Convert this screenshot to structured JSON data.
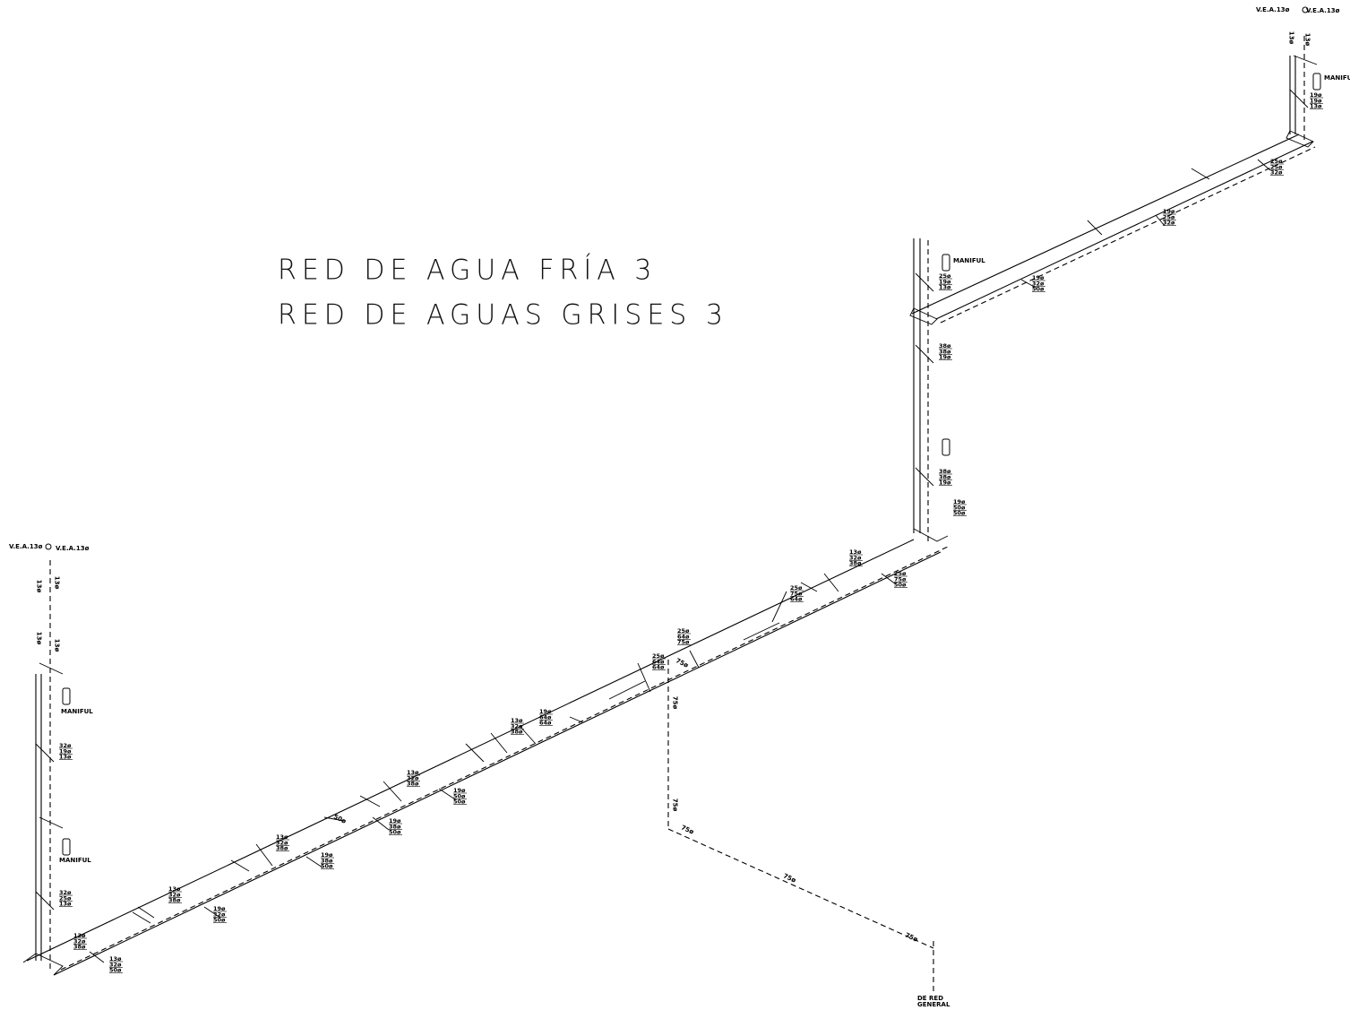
{
  "titles": {
    "line1": "RED DE AGUA FRÍA 3",
    "line2": "RED DE AGUAS GRISES 3"
  },
  "labels": {
    "vea": "V.E.A.13ø",
    "manifold": "MANIFUL",
    "source": [
      "DE RED",
      "GENERAL"
    ],
    "main_sizes": {
      "d50": "50ø",
      "d75": "75ø",
      "d13": "13ø"
    }
  },
  "size_stacks": [
    [
      "13ø",
      "32ø",
      "38ø"
    ],
    [
      "32ø",
      "19ø",
      "13ø"
    ],
    [
      "32ø",
      "25ø",
      "13ø"
    ],
    [
      "13ø",
      "32ø",
      "50ø"
    ],
    [
      "13ø",
      "32ø",
      "38ø"
    ],
    [
      "19ø",
      "32ø",
      "50ø"
    ],
    [
      "13ø",
      "32ø",
      "38ø"
    ],
    [
      "19ø",
      "38ø",
      "50ø"
    ],
    [
      "13ø",
      "32ø",
      "38ø"
    ],
    [
      "19ø",
      "38ø",
      "50ø"
    ],
    [
      "19ø",
      "50ø",
      "50ø"
    ],
    [
      "13ø",
      "32ø",
      "38ø"
    ],
    [
      "19ø",
      "64ø",
      "64ø"
    ],
    [
      "25ø",
      "64ø",
      "64ø"
    ],
    [
      "25ø",
      "64ø",
      "75ø"
    ],
    [
      "25ø",
      "75ø",
      "64ø"
    ],
    [
      "13ø",
      "32ø",
      "38ø"
    ],
    [
      "25ø",
      "75ø",
      "50ø"
    ],
    [
      "19ø",
      "50ø",
      "50ø"
    ],
    [
      "38ø",
      "38ø",
      "19ø"
    ],
    [
      "38ø",
      "38ø",
      "19ø"
    ],
    [
      "25ø",
      "19ø",
      "13ø"
    ],
    [
      "19ø",
      "32ø",
      "50ø"
    ],
    [
      "19ø",
      "25ø",
      "32ø"
    ],
    [
      "25ø",
      "25ø",
      "32ø"
    ],
    [
      "19ø",
      "19ø",
      "13ø"
    ]
  ]
}
